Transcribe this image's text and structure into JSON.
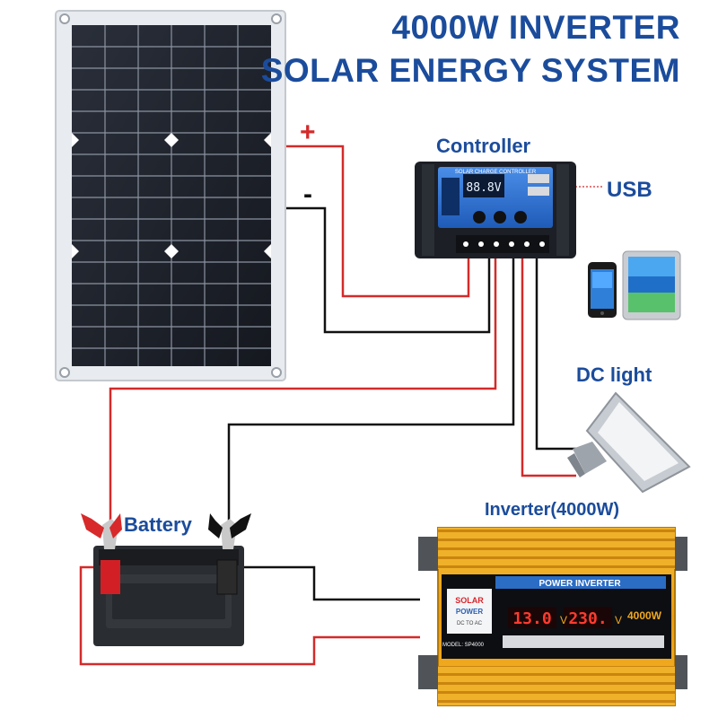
{
  "title": {
    "line1": "4000W INVERTER",
    "line2": "SOLAR ENERGY SYSTEM"
  },
  "labels": {
    "controller": "Controller",
    "usb": "USB",
    "dc_light": "DC light",
    "battery": "Battery",
    "inverter": "Inverter(4000W)",
    "plus": "+",
    "minus": "-"
  },
  "controller": {
    "header": "SOLAR CHARGE CONTROLLER",
    "display": "88.8V"
  },
  "inverter": {
    "panel_header": "POWER INVERTER",
    "brand_top": "SOLAR",
    "brand_bottom": "POWER",
    "brand_tag": "DC TO AC",
    "input_display": "13.0",
    "input_unit": "V",
    "output_display": "230.",
    "output_unit": "V",
    "rating": "4000W",
    "model": "MODEL: SP4000"
  },
  "colors": {
    "title_blue": "#1b4c9c",
    "wire_red": "#d42a2a",
    "wire_black": "#111111",
    "inverter_orange": "#f2a81d",
    "controller_blue": "#2d6fd0"
  }
}
